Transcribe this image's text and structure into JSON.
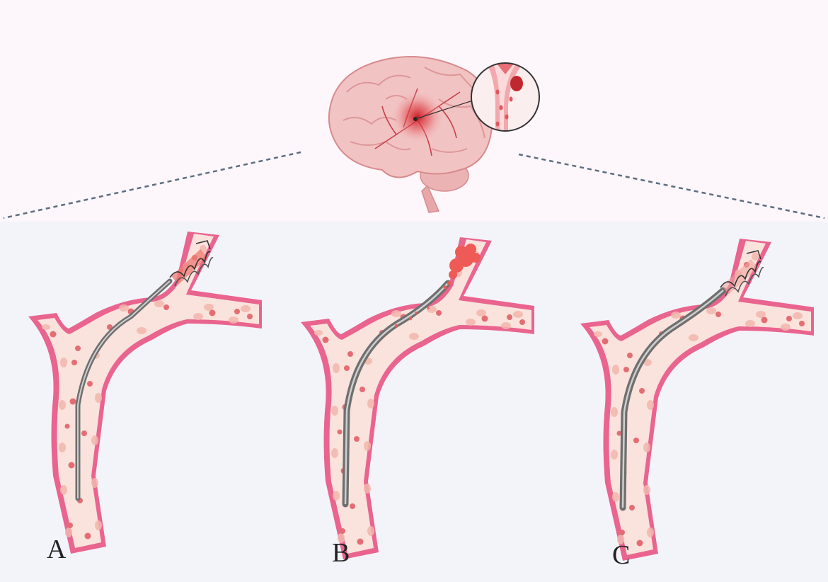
{
  "panels": [
    {
      "id": "A",
      "label": "A"
    },
    {
      "id": "B",
      "label": "B"
    },
    {
      "id": "C",
      "label": "C"
    }
  ],
  "colors": {
    "top_background": "#fdf6fa",
    "bottom_background": "#f3f4f9",
    "vessel_wall": "#e9648e",
    "vessel_lumen": "#f9e3dc",
    "blood_cell": "#e46d74",
    "catheter": "#7b7b7b",
    "clot": "#ee5a55",
    "brain": "#f2c3c3",
    "guide_line": "#5c6f82"
  },
  "icons": [
    "brain-icon",
    "vessel-magnifier-icon",
    "stent-retriever-icon",
    "blood-clot-icon"
  ]
}
